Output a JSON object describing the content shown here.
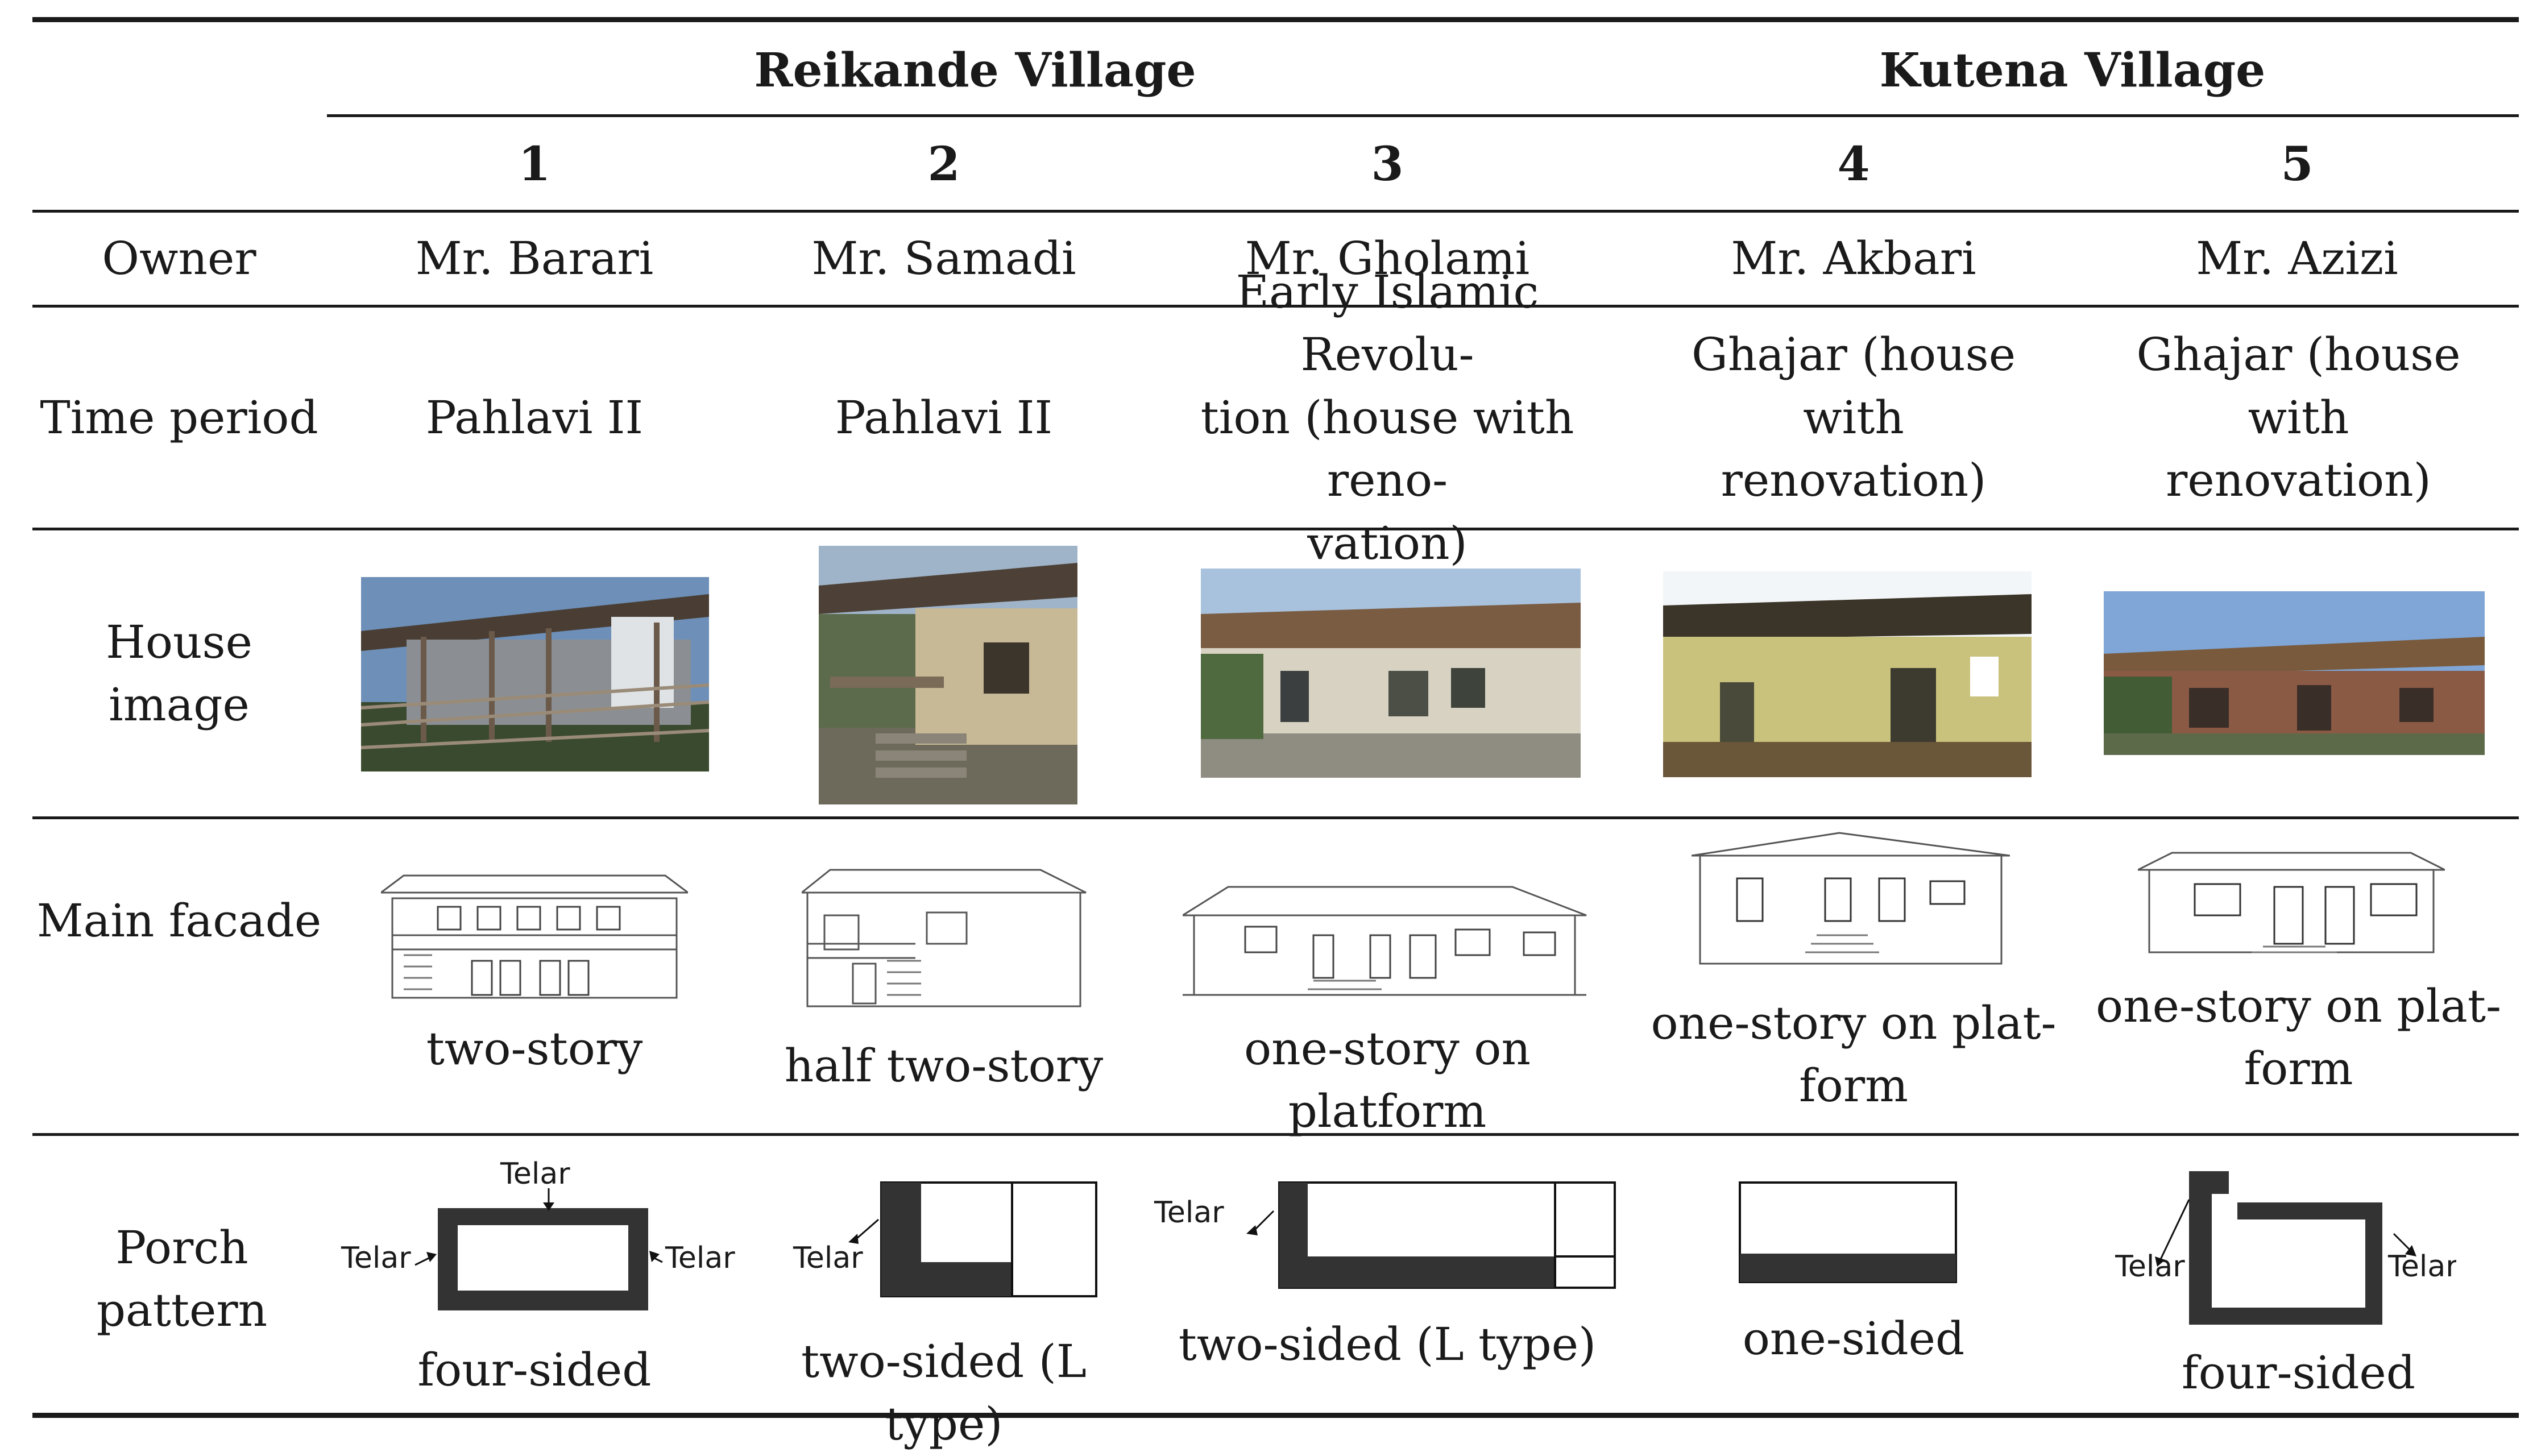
{
  "header": {
    "group_left": "Reikande Village",
    "group_right": "Kutena Village",
    "columns": [
      "1",
      "2",
      "3",
      "4",
      "5"
    ]
  },
  "rows": {
    "owner": {
      "label": "Owner",
      "values": [
        "Mr. Barari",
        "Mr. Samadi",
        "Mr. Gholami",
        "Mr. Akbari",
        "Mr. Azizi"
      ]
    },
    "time_period": {
      "label": "Time period",
      "values": [
        "Pahlavi II",
        "Pahlavi II",
        "Early Islamic Revolu-\ntion (house with reno-\nvation)",
        "Ghajar (house with\nrenovation)",
        "Ghajar (house with\nrenovation)"
      ]
    },
    "house_image": {
      "label": "House image"
    },
    "main_facade": {
      "label": "Main facade",
      "values": [
        "two-story",
        "half two-story",
        "one-story on platform",
        "one-story on plat-\nform",
        "one-story on plat-\nform"
      ]
    },
    "porch_pattern": {
      "label": "Porch pattern",
      "values": [
        "four-sided",
        "two-sided (L type)",
        "two-sided (L type)",
        "one-sided",
        "four-sided"
      ],
      "telar_label": "Telar"
    }
  },
  "colors": {
    "rule": "#1a1a1a",
    "porch_fill": "#333333"
  }
}
